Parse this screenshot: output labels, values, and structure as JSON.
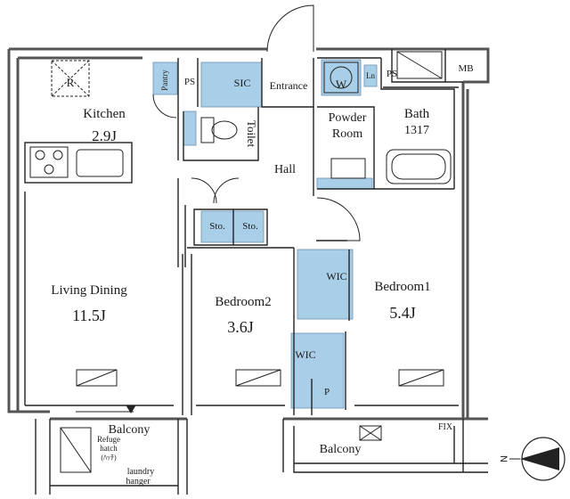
{
  "rooms": {
    "kitchen": {
      "name": "Kitchen",
      "size": "2.9J"
    },
    "living_dining": {
      "name": "Living Dining",
      "size": "11.5J"
    },
    "bedroom2": {
      "name": "Bedroom2",
      "size": "3.6J"
    },
    "bedroom1": {
      "name": "Bedroom1",
      "size": "5.4J"
    },
    "powder_room": {
      "line1": "Powder",
      "line2": "Room"
    },
    "bath": {
      "name": "Bath",
      "size": "1317"
    },
    "hall": "Hall",
    "toilet": "Toilet",
    "entrance": "Entrance",
    "balcony_left": "Balcony",
    "balcony_right": "Balcony"
  },
  "fixtures": {
    "refrigerator": "R",
    "pantry": "Pantry",
    "ps_left": "PS",
    "ps_right": "PS",
    "sic": "SIC",
    "washer": "W",
    "linen": "Ln",
    "mb": "MB",
    "sto_1": "Sto.",
    "sto_2": "Sto.",
    "wic_1": "WIC",
    "wic_2": "WIC",
    "p": "P",
    "fix": "FIX",
    "refuge_hatch": {
      "line1": "Refuge",
      "line2": "hatch",
      "line3": "(ﾊｯﾁ)"
    },
    "laundry_hanger": {
      "line1": "laundry",
      "line2": "hanger"
    }
  },
  "compass": {
    "north": "N"
  },
  "colors": {
    "storage_fill": "#a9cfe8",
    "wall": "#555555",
    "line": "#222222"
  }
}
